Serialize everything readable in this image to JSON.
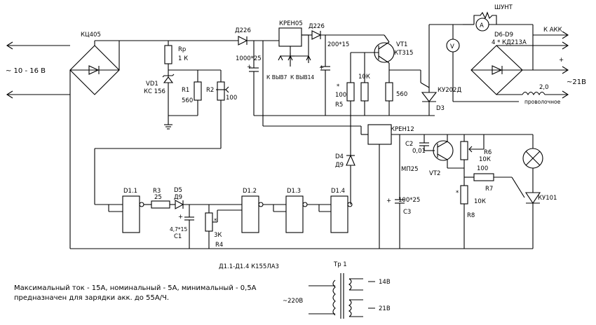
{
  "labels": {
    "input_voltage": "~ 10 - 16 В",
    "bridge_in": "КЦ405",
    "rp": "Rр",
    "rp_val": "1 К",
    "vd1": "VD1",
    "vd1_type": "КС 156",
    "r1": "R1",
    "r1_val": "560",
    "r2": "R2",
    "r2_val": "100",
    "d226a": "Д226",
    "d226b": "Д226",
    "cap1": "1000*25",
    "kreno5": "КРЕН05",
    "vyv7": "К ВЫВ7",
    "vyv14": "К ВЫВ14",
    "cap2": "200*15",
    "r5": "R5",
    "r5_val": "100",
    "r_10k": "10К",
    "r_560": "560",
    "vt1": "VT1",
    "vt1_type": "КТ315",
    "ku202": "КУ202Д",
    "d3": "D3",
    "shunt": "ШУНТ",
    "ammeter": "A",
    "voltmeter": "V",
    "d6d9": "D6-D9",
    "d6d9_type": "4 * КД213А",
    "to_akk": "К АКК",
    "plus": "+",
    "out_21": "~21В",
    "wire_val": "2,0",
    "wire_type": "проволочное",
    "kren12": "КРЕН12",
    "c2": "С2",
    "c2_val": "0,01",
    "vt2": "VT2",
    "mp25": "МП25",
    "r6": "R6",
    "r6_val": "10К",
    "r7": "R7",
    "r7_val": "100",
    "r8": "R8",
    "r8_val": "10К",
    "ku101": "КУ101",
    "c3": "С3",
    "c3_val": "100*25",
    "d4": "D4",
    "d9a": "Д9",
    "d11": "D1.1",
    "r3": "R3",
    "r3_val": "25",
    "d5": "D5",
    "d9b": "Д9",
    "c1": "C1",
    "c1_val": "4,7*15",
    "r4": "R4",
    "r4_val": "3К",
    "d12": "D1.2",
    "d13": "D1.3",
    "d14": "D1.4",
    "ic_note": "Д1.1-Д1.4  К155ЛА3",
    "transformer": "Тр 1",
    "tr_in": "~220В",
    "tr_out14": "14В",
    "tr_out21": "21В"
  },
  "notes": {
    "line1": "Максимальный ток - 15А, номинальный - 5А, минимальный - 0,5А",
    "line2": "предназначен для зарядки акк. до 55А/Ч."
  }
}
